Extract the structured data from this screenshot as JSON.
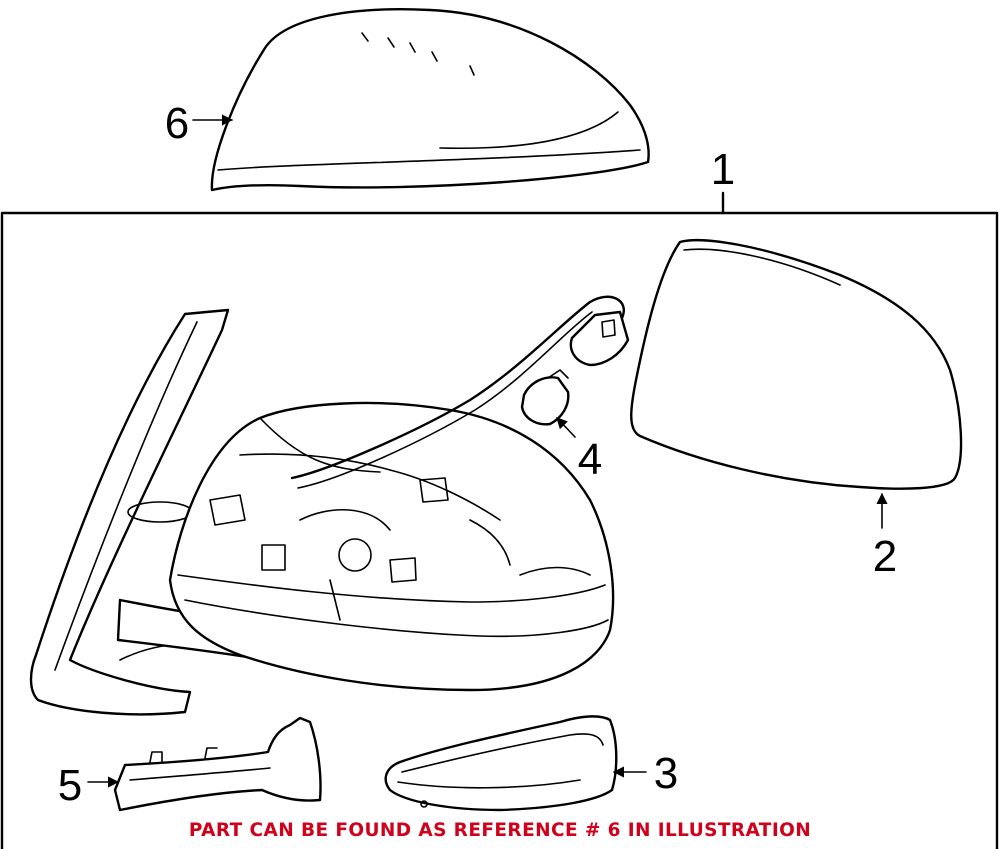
{
  "callouts": {
    "c1": "1",
    "c2": "2",
    "c3": "3",
    "c4": "4",
    "c5": "5",
    "c6": "6"
  },
  "note": {
    "text": "PART CAN BE FOUND AS REFERENCE # 6 IN ILLUSTRATION",
    "color": "#d0021b"
  }
}
